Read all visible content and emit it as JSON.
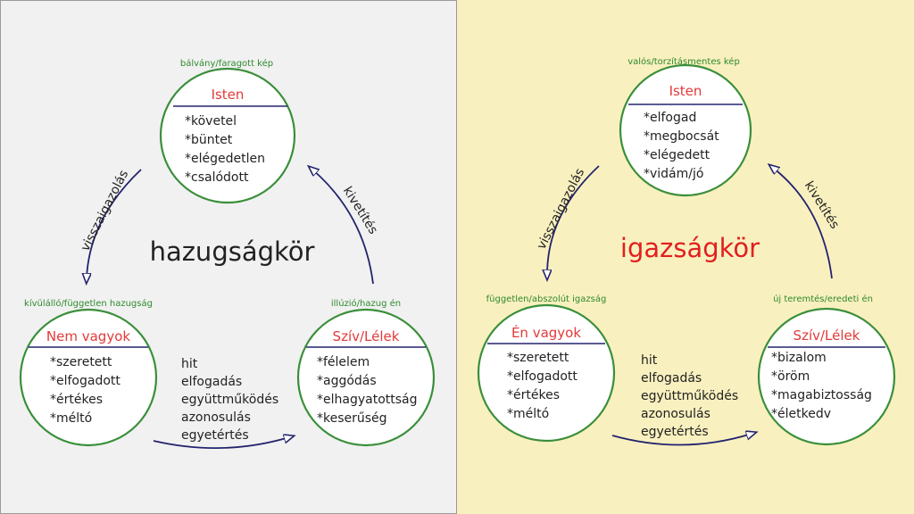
{
  "colors": {
    "left_bg": "#f1f1f1",
    "right_bg": "#f9f0bf",
    "circle_stroke": "#3a8f3a",
    "arrow": "#23236e",
    "caption": "#2e8a2e",
    "circle_title": "#e23a3a",
    "title_left": "#222222",
    "title_right": "#e02020"
  },
  "left": {
    "title": "hazugságkör",
    "top": {
      "caption": "bálvány/faragott kép",
      "title": "Isten",
      "items": [
        "*követel",
        "*büntet",
        "*elégedetlen",
        "*csalódott"
      ]
    },
    "bottom_left": {
      "caption": "kívülálló/független hazugság",
      "title": "Nem vagyok",
      "items": [
        "*szeretett",
        "*elfogadott",
        "*értékes",
        "*méltó"
      ]
    },
    "bottom_right": {
      "caption": "illúzió/hazug én",
      "title": "Szív/Lélek",
      "items": [
        "*félelem",
        "*aggódás",
        "*elhagyatottság",
        "*keserűség"
      ]
    },
    "arrow_left_label": "visszaigazolás",
    "arrow_right_label": "kivetítés",
    "center_items": [
      "hit",
      "elfogadás",
      "együttműködés",
      "azonosulás",
      "egyetértés"
    ]
  },
  "right": {
    "title": "igazságkör",
    "top": {
      "caption": "valós/torzításmentes kép",
      "title": "Isten",
      "items": [
        "*elfogad",
        "*megbocsát",
        "*elégedett",
        "*vidám/jó"
      ]
    },
    "bottom_left": {
      "caption": "független/abszolút igazság",
      "title": "Én vagyok",
      "items": [
        "*szeretett",
        "*elfogadott",
        "*értékes",
        "*méltó"
      ]
    },
    "bottom_right": {
      "caption": "új teremtés/eredeti én",
      "title": "Szív/Lélek",
      "items": [
        "*bizalom",
        "*öröm",
        "*magabiztosság",
        "*életkedv"
      ]
    },
    "arrow_left_label": "visszaigazolás",
    "arrow_right_label": "kivetítés",
    "center_items": [
      "hit",
      "elfogadás",
      "együttműködés",
      "azonosulás",
      "egyetértés"
    ]
  }
}
